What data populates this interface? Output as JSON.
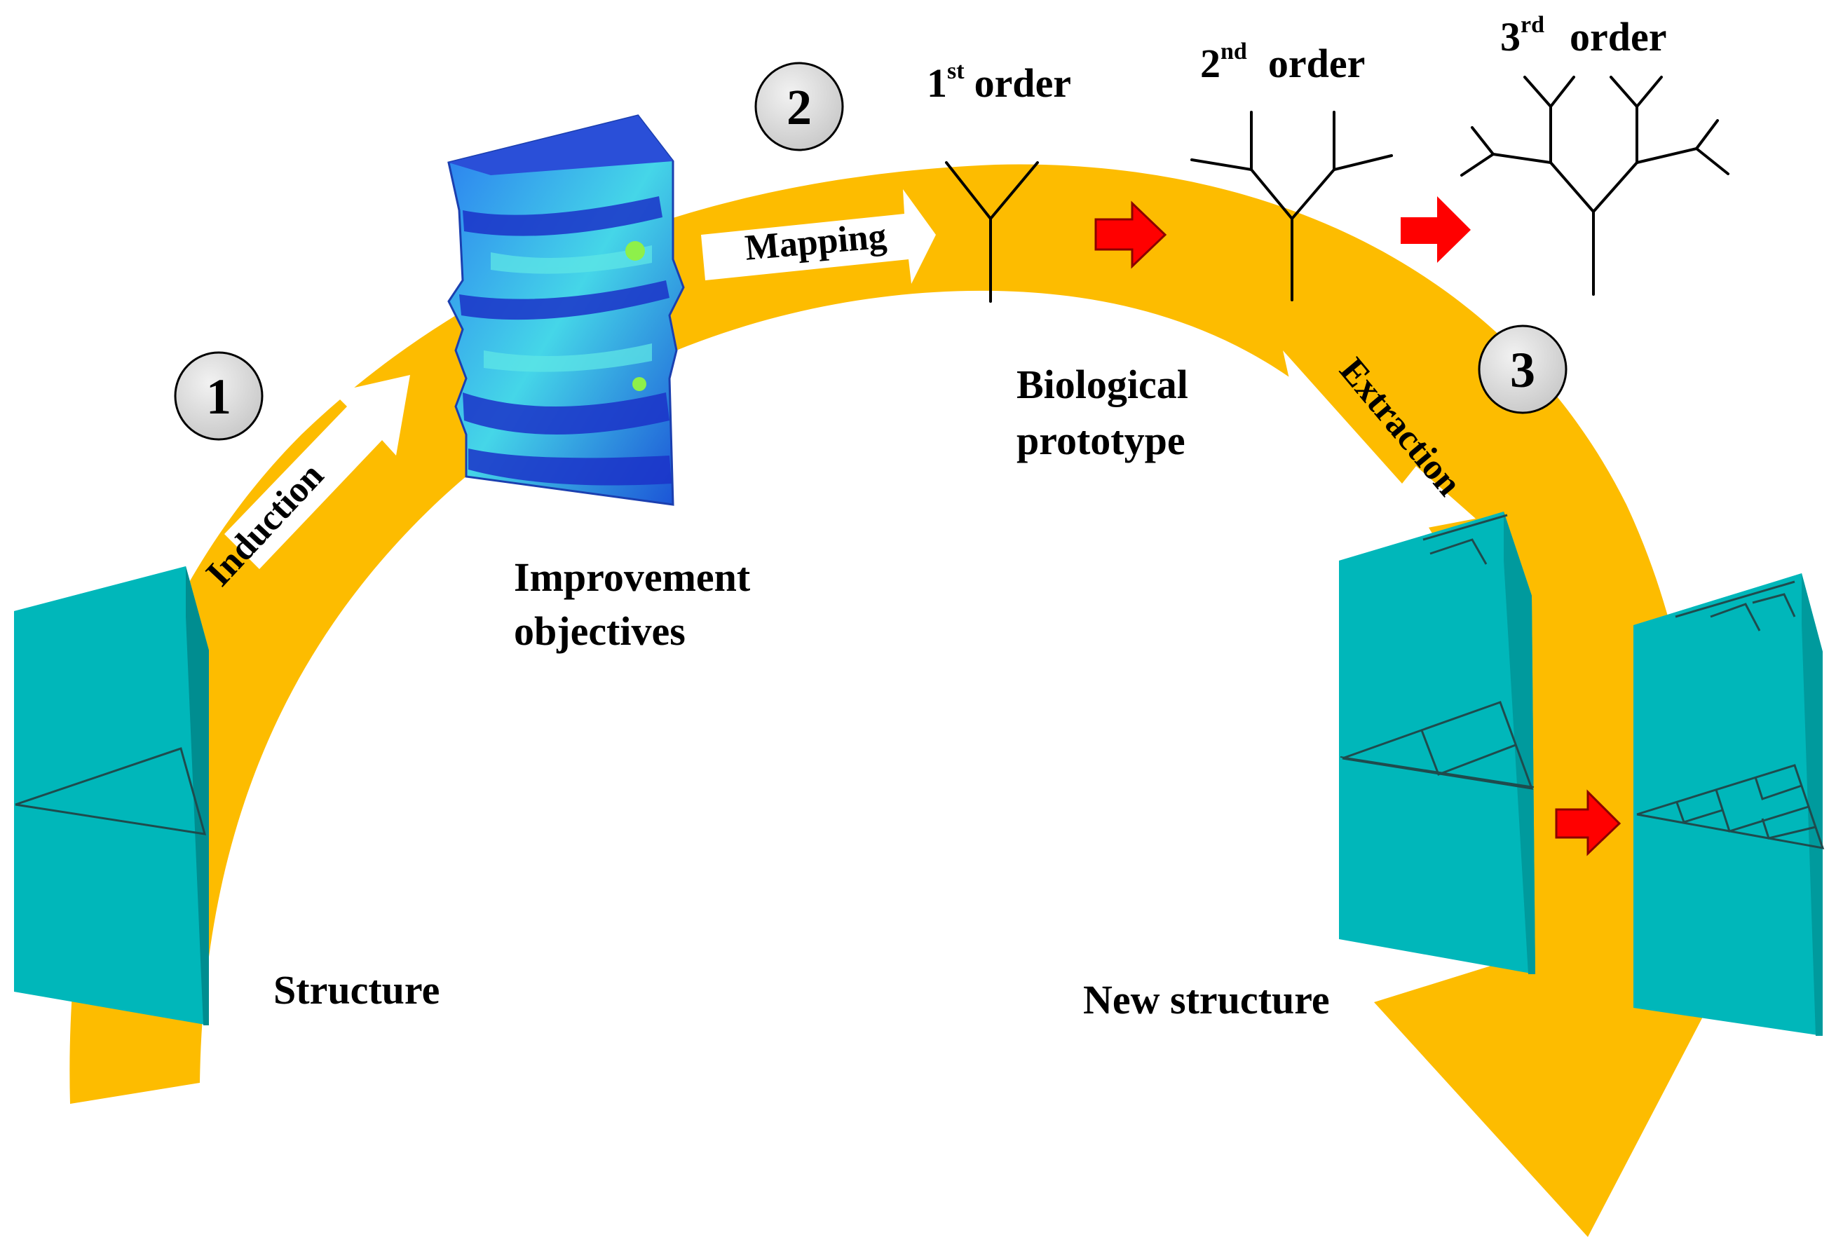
{
  "steps": [
    {
      "number": "1",
      "arrow_label": "Induction"
    },
    {
      "number": "2",
      "arrow_label": "Mapping"
    },
    {
      "number": "3",
      "arrow_label": "Extraction"
    }
  ],
  "labels": {
    "structure": "Structure",
    "improvement_line1": "Improvement",
    "improvement_line2": "objectives",
    "biological_line1": "Biological",
    "biological_line2": "prototype",
    "new_structure": "New structure"
  },
  "orders": [
    {
      "num": "1",
      "sup": "st",
      "word": "order"
    },
    {
      "num": "2",
      "sup": "nd",
      "word": "order"
    },
    {
      "num": "3",
      "sup": "rd",
      "word": "order"
    }
  ],
  "colors": {
    "flow_arc": "#FDBC00",
    "structure_face": "#00B5B8",
    "structure_top": "#2FD0D4",
    "progress_arrow": "#FF0000",
    "step_circle": "#D9D9D9",
    "fea_blue": "#1A5BE0",
    "fea_light": "#3FD3E6"
  }
}
